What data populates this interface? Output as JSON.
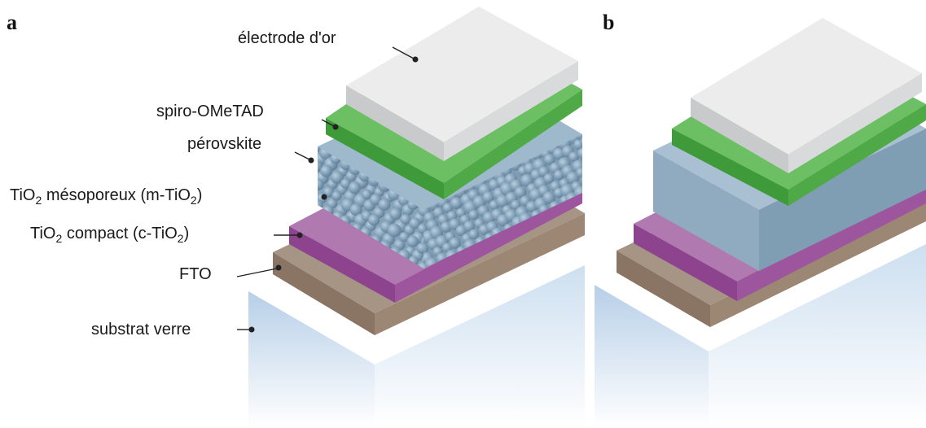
{
  "panels": {
    "a": "a",
    "b": "b"
  },
  "layers": {
    "gold_electrode": "électrode d'or",
    "spiro": "spiro-OMeTAD",
    "perovskite": "pérovskite",
    "mtio2": {
      "prefix": "TiO",
      "sub1": "2",
      "middle": " mésoporeux (m-TiO",
      "sub2": "2",
      "suffix": ")"
    },
    "ctio2": {
      "prefix": "TiO",
      "sub1": "2",
      "middle": " compact (c-TiO",
      "sub2": "2",
      "suffix": ")"
    },
    "fto": "FTO",
    "glass": "substrat verre"
  },
  "colors": {
    "glass": "#c9dcef",
    "fto": "#8f7a68",
    "ctio2": "#9a4f9a",
    "perovskite": "#8eaabf",
    "spiro": "#52a84a",
    "gold": "#e4e5e6"
  }
}
